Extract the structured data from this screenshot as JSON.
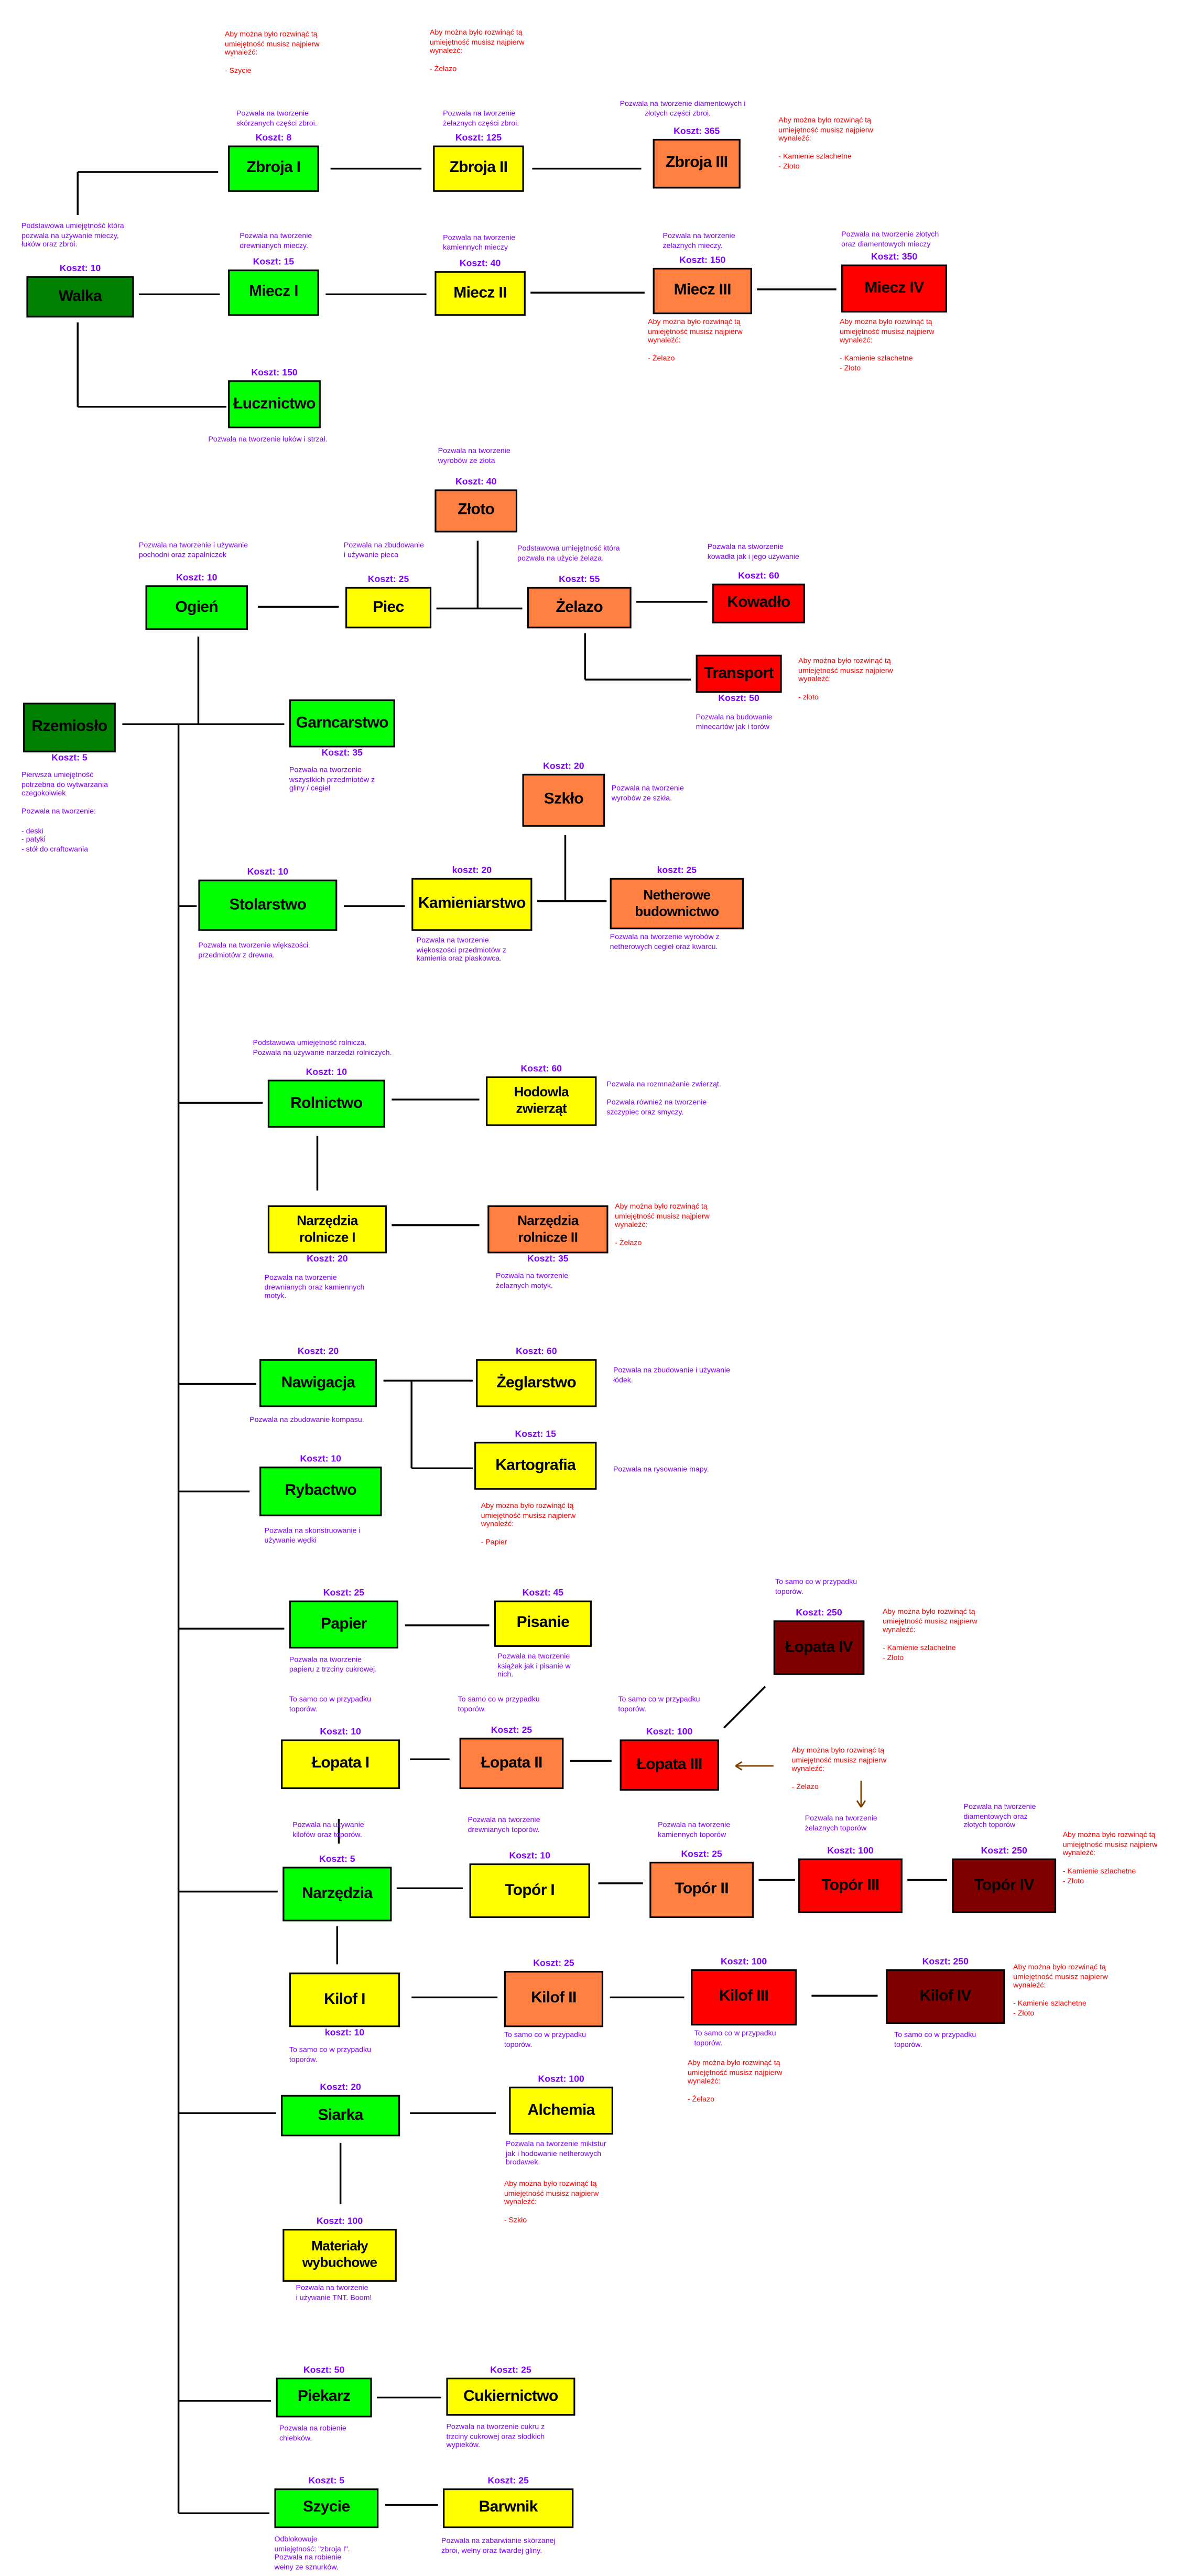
{
  "colors": {
    "dark_green": "#008000",
    "green": "#00ff00",
    "yellow": "#ffff00",
    "orange": "#ff8040",
    "red": "#ff0000",
    "dark_red": "#800000",
    "description_text": "#8000ff",
    "requirement_text": "#ff0000",
    "arrow": "#804000"
  },
  "requirement_intro": "Aby można było rozwinąć tą\numiejętność musisz najpierw\nwynaleźć:",
  "nodes": [
    {
      "id": "walka",
      "label": "Walka",
      "tier": "dark_green",
      "cost": "Koszt: 10",
      "desc": "Podstawowa umiejętność która\npozwala na używanie mieczy,\nłuków oraz zbroi."
    },
    {
      "id": "zbroja1",
      "label": "Zbroja I",
      "tier": "green",
      "cost": "Koszt: 8",
      "desc": "Pozwala na tworzenie\nskórzanych części zbroi.",
      "req": [
        "- Szycie"
      ]
    },
    {
      "id": "zbroja2",
      "label": "Zbroja II",
      "tier": "yellow",
      "cost": "Koszt: 125",
      "desc": "Pozwala na tworzenie\nżelaznych części zbroi.",
      "req": [
        "- Żelazo"
      ]
    },
    {
      "id": "zbroja3",
      "label": "Zbroja III",
      "tier": "orange",
      "cost": "Koszt: 365",
      "desc": "Pozwala na tworzenie diamentowych i\n            złotych części zbroi.",
      "req": [
        "- Kamienie szlachetne",
        "- Złoto"
      ]
    },
    {
      "id": "miecz1",
      "label": "Miecz I",
      "tier": "green",
      "cost": "Koszt: 15",
      "desc": "Pozwala na tworzenie\ndrewnianych mieczy."
    },
    {
      "id": "miecz2",
      "label": "Miecz II",
      "tier": "yellow",
      "cost": "Koszt: 40",
      "desc": "Pozwala na tworzenie\nkamiennych mieczy"
    },
    {
      "id": "miecz3",
      "label": "Miecz III",
      "tier": "orange",
      "cost": "Koszt: 150",
      "desc": "Pozwala na tworzenie\nżelaznych mieczy.",
      "req": [
        "- Żelazo"
      ]
    },
    {
      "id": "miecz4",
      "label": "Miecz IV",
      "tier": "red",
      "cost": "Koszt: 350",
      "desc": "Pozwala na tworzenie złotych\noraz diamentowych mieczy",
      "req": [
        "- Kamienie szlachetne",
        "- Złoto"
      ]
    },
    {
      "id": "lucznictwo",
      "label": "Łucznictwo",
      "tier": "green",
      "cost": "Koszt: 150",
      "desc": "Pozwala na tworzenie łuków i strzał."
    },
    {
      "id": "zloto",
      "label": "Złoto",
      "tier": "orange",
      "cost": "Koszt: 40",
      "desc": "Pozwala na tworzenie\nwyrobów ze złota"
    },
    {
      "id": "ogien",
      "label": "Ogień",
      "tier": "green",
      "cost": "Koszt: 10",
      "desc": "Pozwala na tworzenie i używanie\npochodni oraz zapalniczek"
    },
    {
      "id": "piec",
      "label": "Piec",
      "tier": "yellow",
      "cost": "Koszt: 25",
      "desc": "Pozwala na zbudowanie\ni używanie pieca"
    },
    {
      "id": "zelazo",
      "label": "Żelazo",
      "tier": "orange",
      "cost": "Koszt: 55",
      "desc": "Podstawowa umiejętność która\npozwala na użycie żelaza."
    },
    {
      "id": "kowadlo",
      "label": "Kowadło",
      "tier": "red",
      "cost": "Koszt: 60",
      "desc": "Pozwala na stworzenie\nkowadła jak i jego używanie"
    },
    {
      "id": "transport",
      "label": "Transport",
      "tier": "red",
      "cost": "Koszt: 50",
      "desc": "Pozwala na budowanie\nminecartów jak i torów",
      "req": [
        "- złoto"
      ]
    },
    {
      "id": "rzemioslo",
      "label": "Rzemiosło",
      "tier": "dark_green",
      "cost": "Koszt: 5",
      "desc": "Pierwsza umiejętność\npotrzebna do wytwarzania\nczegokolwiek\n\nPozwala na tworzenie:\n\n- deski\n- patyki\n- stół do craftowania"
    },
    {
      "id": "garncarstwo",
      "label": "Garncarstwo",
      "tier": "green",
      "cost": "Koszt: 35",
      "desc": "Pozwala na tworzenie\nwszystkich przedmiotów z\ngliny / cegieł"
    },
    {
      "id": "szklo",
      "label": "Szkło",
      "tier": "orange",
      "cost": "Koszt: 20",
      "desc": "Pozwala na tworzenie\nwyrobów ze szkła."
    },
    {
      "id": "stolarstwo",
      "label": "Stolarstwo",
      "tier": "green",
      "cost": "Koszt: 10",
      "desc": "Pozwala na tworzenie większości\nprzedmiotów z drewna."
    },
    {
      "id": "kamieniarstwo",
      "label": "Kamieniarstwo",
      "tier": "yellow",
      "cost": "koszt: 20",
      "desc": "Pozwala na tworzenie\nwiękoszości przedmiotów z\nkamienia oraz piaskowca."
    },
    {
      "id": "netherowe",
      "label": "Netherowe\nbudownictwo",
      "tier": "orange",
      "cost": "koszt: 25",
      "desc": "Pozwala na tworzenie wyrobów z\nnetherowych cegieł oraz kwarcu."
    },
    {
      "id": "rolnictwo",
      "label": "Rolnictwo",
      "tier": "green",
      "cost": "Koszt: 10",
      "desc": "Podstawowa umiejętność rolnicza.\nPozwala na używanie narzedzi rolniczych."
    },
    {
      "id": "hodowla",
      "label": "Hodowla\nzwierząt",
      "tier": "yellow",
      "cost": "Koszt: 60",
      "desc": "Pozwala na rozmnażanie zwierząt.\n\nPozwala również na tworzenie\nszczypiec oraz smyczy."
    },
    {
      "id": "narzrol1",
      "label": "Narzędzia\nrolnicze I",
      "tier": "yellow",
      "cost": "Koszt: 20",
      "desc": "Pozwala na tworzenie\ndrewnianych oraz kamiennych\nmotyk."
    },
    {
      "id": "narzrol2",
      "label": "Narzędzia\nrolnicze II",
      "tier": "orange",
      "cost": "Koszt: 35",
      "desc": "Pozwala na tworzenie\nżelaznych motyk.",
      "req": [
        "- Żelazo"
      ]
    },
    {
      "id": "nawigacja",
      "label": "Nawigacja",
      "tier": "green",
      "cost": "Koszt: 20",
      "desc": "Pozwala na zbudowanie kompasu."
    },
    {
      "id": "zeglarstwo",
      "label": "Żeglarstwo",
      "tier": "yellow",
      "cost": "Koszt: 60",
      "desc": "Pozwala na zbudowanie i używanie\nłódek."
    },
    {
      "id": "kartografia",
      "label": "Kartografia",
      "tier": "yellow",
      "cost": "Koszt: 15",
      "desc": "Pozwala na rysowanie mapy.",
      "req": [
        "- Papier"
      ]
    },
    {
      "id": "rybactwo",
      "label": "Rybactwo",
      "tier": "green",
      "cost": "Koszt: 10",
      "desc": "Pozwala na skonstruowanie i\nużywanie wędki"
    },
    {
      "id": "papier",
      "label": "Papier",
      "tier": "green",
      "cost": "Koszt: 25",
      "desc": "Pozwala na tworzenie\npapieru z trzciny cukrowej."
    },
    {
      "id": "pisanie",
      "label": "Pisanie",
      "tier": "yellow",
      "cost": "Koszt: 45",
      "desc": "Pozwala na tworzenie\nksiążek jak i pisanie w\nnich."
    },
    {
      "id": "lopata4",
      "label": "Łopata IV",
      "tier": "dark_red",
      "cost": "Koszt: 250",
      "desc": "To samo co w przypadku\ntoporów.",
      "req": [
        "- Kamienie szlachetne",
        "- Złoto"
      ]
    },
    {
      "id": "lopata1",
      "label": "Łopata I",
      "tier": "yellow",
      "cost": "Koszt: 10",
      "desc": "To samo co w przypadku\ntoporów."
    },
    {
      "id": "lopata2",
      "label": "Łopata II",
      "tier": "orange",
      "cost": "Koszt: 25",
      "desc": "To samo co w przypadku\ntoporów."
    },
    {
      "id": "lopata3",
      "label": "Łopata III",
      "tier": "red",
      "cost": "Koszt: 100",
      "desc": "To samo co w przypadku\ntoporów.",
      "req": [
        "- Żelazo"
      ]
    },
    {
      "id": "narzedzia",
      "label": "Narzędzia",
      "tier": "green",
      "cost": "Koszt: 5",
      "desc": "Pozwala na używanie\nkilofów oraz toporów."
    },
    {
      "id": "topor1",
      "label": "Topór I",
      "tier": "yellow",
      "cost": "Koszt: 10",
      "desc": "Pozwala na tworzenie\ndrewnianych toporów."
    },
    {
      "id": "topor2",
      "label": "Topór II",
      "tier": "orange",
      "cost": "Koszt: 25",
      "desc": "Pozwala na tworzenie\nkamiennych toporów"
    },
    {
      "id": "topor3",
      "label": "Topór III",
      "tier": "red",
      "cost": "Koszt: 100",
      "desc": "Pozwala na tworzenie\nżelaznych toporów"
    },
    {
      "id": "topor4",
      "label": "Topór IV",
      "tier": "dark_red",
      "cost": "Koszt: 250",
      "desc": "Pozwala na tworzenie\ndiamentowych oraz\nzłotych toporów",
      "req": [
        "- Kamienie szlachetne",
        "- Złoto"
      ]
    },
    {
      "id": "kilof1",
      "label": "Kilof I",
      "tier": "yellow",
      "cost": "koszt: 10",
      "desc": "To samo co w przypadku\ntoporów."
    },
    {
      "id": "kilof2",
      "label": "Kilof II",
      "tier": "orange",
      "cost": "Koszt: 25",
      "desc": "To samo co w przypadku\ntoporów."
    },
    {
      "id": "kilof3",
      "label": "Kilof III",
      "tier": "red",
      "cost": "Koszt: 100",
      "desc": "To samo co w przypadku\ntoporów.",
      "req": [
        "- Żelazo"
      ]
    },
    {
      "id": "kilof4",
      "label": "Kilof IV",
      "tier": "dark_red",
      "cost": "Koszt: 250",
      "desc": "To samo co w przypadku\ntoporów.",
      "req": [
        "- Kamienie szlachetne",
        "- Złoto"
      ]
    },
    {
      "id": "siarka",
      "label": "Siarka",
      "tier": "green",
      "cost": "Koszt: 20",
      "desc": ""
    },
    {
      "id": "alchemia",
      "label": "Alchemia",
      "tier": "yellow",
      "cost": "Koszt: 100",
      "desc": "Pozwala na tworzenie miktstur\njak i hodowanie netherowych\nbrodawek.",
      "req": [
        "- Szkło"
      ]
    },
    {
      "id": "materialy",
      "label": "Materiały\nwybuchowe",
      "tier": "yellow",
      "cost": "Koszt: 100",
      "desc": "Pozwala na tworzenie\ni używanie TNT. Boom!"
    },
    {
      "id": "piekarz",
      "label": "Piekarz",
      "tier": "green",
      "cost": "Koszt: 50",
      "desc": "Pozwala na robienie\nchlebków."
    },
    {
      "id": "cukiernictwo",
      "label": "Cukiernictwo",
      "tier": "yellow",
      "cost": "Koszt: 25",
      "desc": "Pozwala na tworzenie cukru z\ntrzciny cukrowej oraz słodkich\nwypieków."
    },
    {
      "id": "szycie",
      "label": "Szycie",
      "tier": "green",
      "cost": "Koszt: 5",
      "desc": "Odblokowuje\numiejętność: \"zbroja I\".\nPozwala na robienie\nwełny ze sznurków."
    },
    {
      "id": "barwnik",
      "label": "Barwnik",
      "tier": "yellow",
      "cost": "Koszt: 25",
      "desc": "Pozwala na zabarwianie skórzanej\nzbroi, wełny oraz twardej gliny."
    }
  ]
}
